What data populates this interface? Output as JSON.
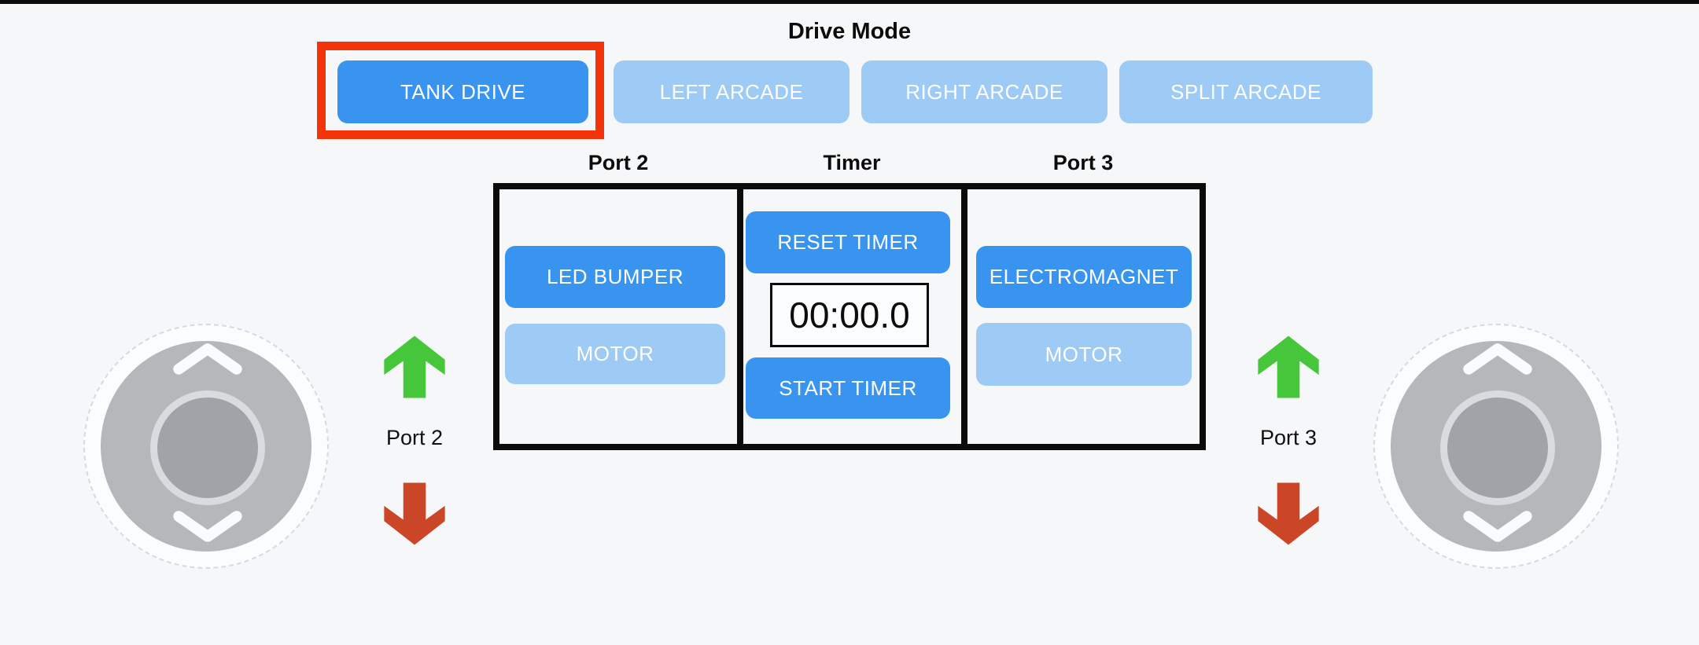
{
  "drive_mode": {
    "title": "Drive Mode",
    "buttons": [
      {
        "label": "TANK DRIVE",
        "active": true,
        "highlighted": true
      },
      {
        "label": "LEFT ARCADE",
        "active": false,
        "highlighted": false
      },
      {
        "label": "RIGHT ARCADE",
        "active": false,
        "highlighted": false
      },
      {
        "label": "SPLIT ARCADE",
        "active": false,
        "highlighted": false
      }
    ]
  },
  "panel": {
    "port2": {
      "header": "Port 2",
      "buttons": [
        {
          "label": "LED BUMPER",
          "active": true
        },
        {
          "label": "MOTOR",
          "active": false
        }
      ]
    },
    "timer": {
      "header": "Timer",
      "reset_label": "RESET TIMER",
      "display_value": "00:00.0",
      "start_label": "START TIMER"
    },
    "port3": {
      "header": "Port 3",
      "buttons": [
        {
          "label": "ELECTROMAGNET",
          "active": true
        },
        {
          "label": "MOTOR",
          "active": false
        }
      ]
    }
  },
  "left_control": {
    "label": "Port 2",
    "up_arrow": "green-up-arrow",
    "down_arrow": "red-down-arrow",
    "joystick": "vertical-joystick"
  },
  "right_control": {
    "label": "Port 3",
    "up_arrow": "green-up-arrow",
    "down_arrow": "red-down-arrow",
    "joystick": "vertical-joystick"
  },
  "colors": {
    "active_blue": "#3994f0",
    "inactive_blue": "#9ecaf6",
    "highlight_red": "#f3330a",
    "arrow_green": "#46c73b",
    "arrow_red": "#cb4627",
    "background": "#f6f7f9",
    "top_bar": "#0b0b0b"
  }
}
